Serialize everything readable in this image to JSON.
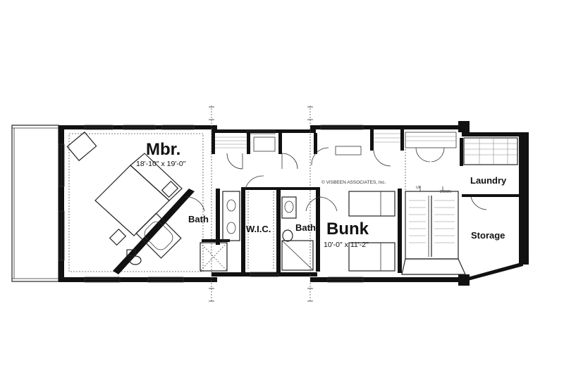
{
  "plan": {
    "rooms": {
      "master": {
        "name": "Mbr.",
        "dims": "18'-10\" x 19'-0\""
      },
      "bath1": {
        "name": "Bath"
      },
      "wic": {
        "name": "W.I.C."
      },
      "bath2": {
        "name": "Bath"
      },
      "bunk": {
        "name": "Bunk",
        "dims": "10'-0\" x 11'-2\""
      },
      "laundry": {
        "name": "Laundry"
      },
      "storage": {
        "name": "Storage"
      }
    },
    "stairs": {
      "up": "UP",
      "down": "DOWN"
    },
    "copyright": "© VISBEEN ASSOCIATES, Inc."
  }
}
